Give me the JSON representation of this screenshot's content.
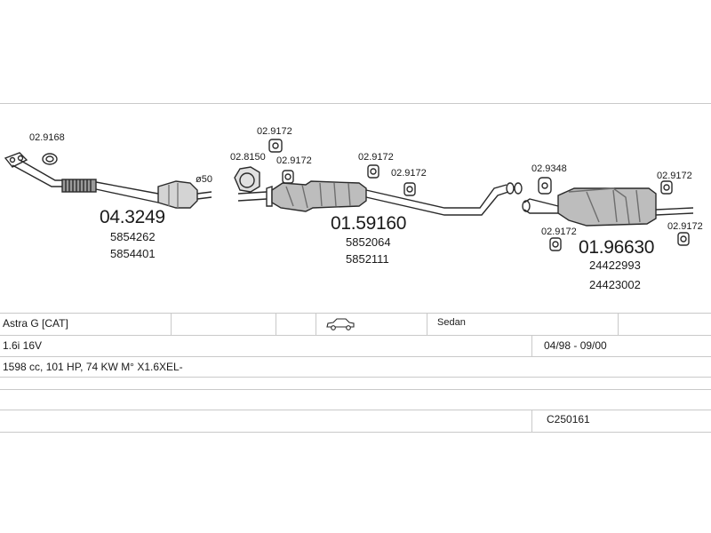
{
  "parts": {
    "c1": {
      "code": "02.9168"
    },
    "c2": {
      "code": "04.3249",
      "refs": [
        "5854262",
        "5854401"
      ]
    },
    "c3": {
      "code": "ø50"
    },
    "c4": {
      "code": "02.8150"
    },
    "c5": {
      "code": "02.9172"
    },
    "c6": {
      "code": "02.9172"
    },
    "c7": {
      "code": "01.59160",
      "refs": [
        "5852064",
        "5852111"
      ]
    },
    "c8": {
      "code": "02.9172"
    },
    "c9": {
      "code": "02.9172"
    },
    "c10": {
      "code": "02.9348"
    },
    "c11": {
      "code": "02.9172"
    },
    "c12": {
      "code": "01.96630",
      "refs": [
        "24422993",
        "24423002"
      ]
    },
    "c13": {
      "code": "02.9172"
    },
    "c14": {
      "code": "02.9172"
    }
  },
  "vehicle": {
    "model": "Astra G  [CAT]",
    "body_icon": "sedan-car-icon",
    "body_type": "Sedan",
    "engine": "1.6i 16V",
    "years": "04/98 - 09/00",
    "details": "1598 cc, 101 HP, 74 KW M° X1.6XEL-",
    "reference": "C250161"
  },
  "colors": {
    "line": "#2a2a2a",
    "muffler_fill": "#bdbdbd",
    "divider": "#c9c9c9"
  }
}
